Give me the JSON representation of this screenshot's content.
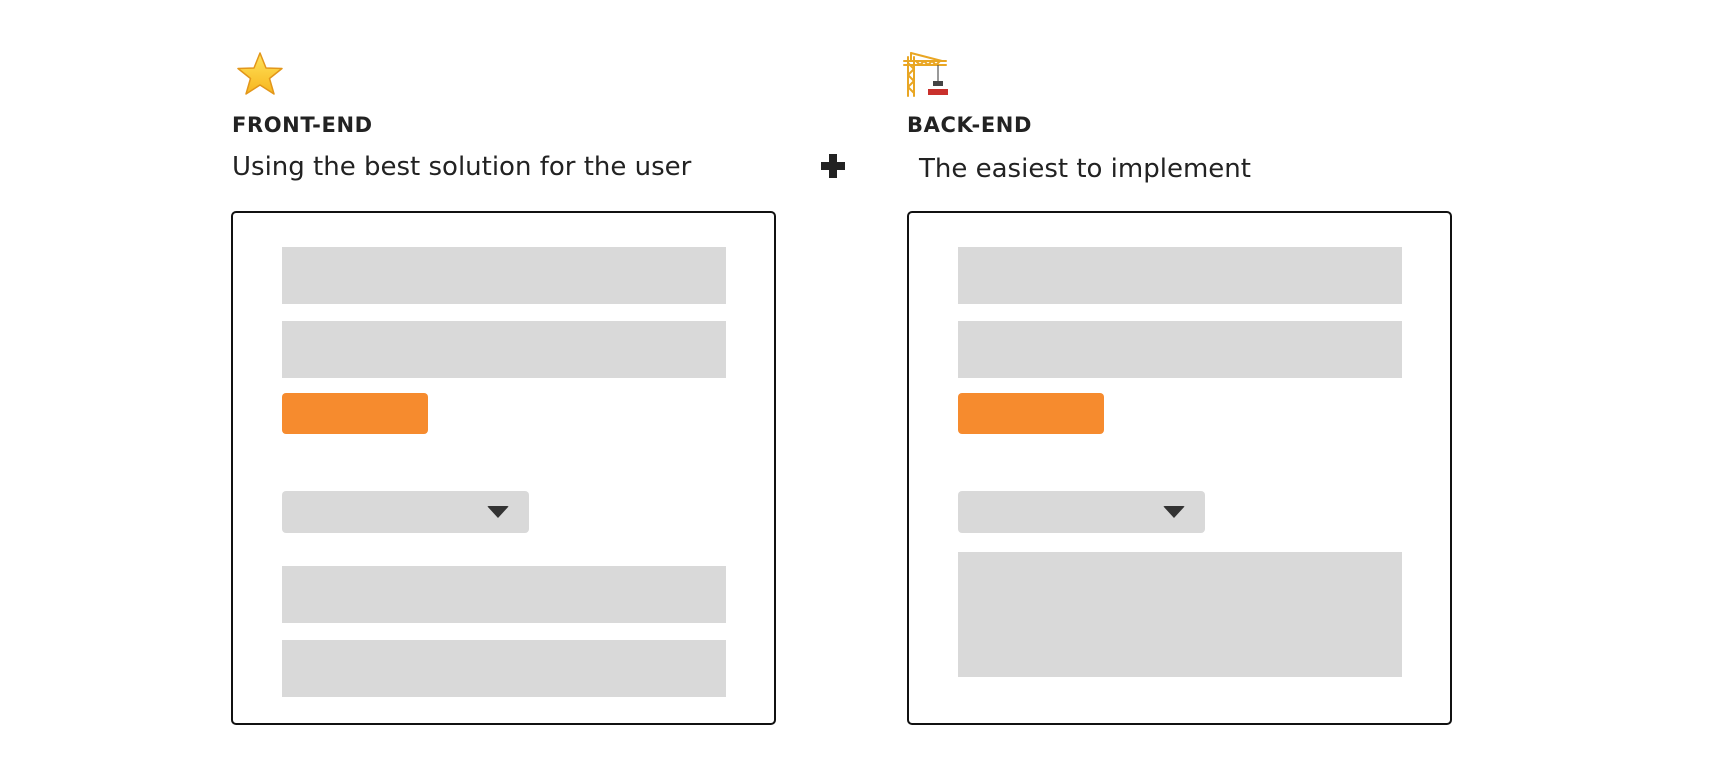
{
  "front_end": {
    "icon": "star-icon",
    "heading": "FRONT-END",
    "subtitle": "Using the best solution for the user",
    "form": {
      "fields": [
        "input-field",
        "input-field",
        "submit-button",
        "dropdown-select",
        "input-field",
        "input-field"
      ]
    }
  },
  "connector": {
    "icon": "plus-icon"
  },
  "back_end": {
    "icon": "construction-crane-icon",
    "heading": "BACK-END",
    "subtitle": "The easiest to implement",
    "form": {
      "fields": [
        "input-field",
        "input-field",
        "submit-button",
        "dropdown-select",
        "textarea-field"
      ]
    }
  },
  "colors": {
    "placeholder_fill": "#d9d9d9",
    "button_fill": "#f68b2e",
    "panel_border": "#111111",
    "text": "#222222"
  }
}
